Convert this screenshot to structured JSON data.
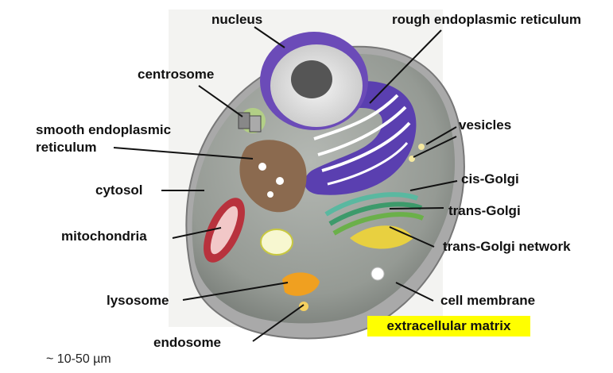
{
  "labels": {
    "nucleus": "nucleus",
    "rough_er": "rough endoplasmic reticulum",
    "centrosome": "centrosome",
    "vesicles": "vesicles",
    "smooth_er_line1": "smooth endoplasmic",
    "smooth_er_line2": "reticulum",
    "cis_golgi": "cis-Golgi",
    "cytosol": "cytosol",
    "trans_golgi": "trans-Golgi",
    "mitochondria": "mitochondria",
    "trans_golgi_network": "trans-Golgi network",
    "lysosome": "lysosome",
    "cell_membrane": "cell membrane",
    "extracellular_matrix": "extracellular matrix",
    "endosome": "endosome"
  },
  "scale_text": "~ 10-50 µm",
  "colors": {
    "highlight": "#ffff00",
    "nucleus": "#6b4bb8",
    "er": "#5a3fb0",
    "smooth_er": "#8b6a4f",
    "cytoplasm": "#8f948f",
    "mitochondria": "#b8323d",
    "lysosome": "#f0a020"
  }
}
